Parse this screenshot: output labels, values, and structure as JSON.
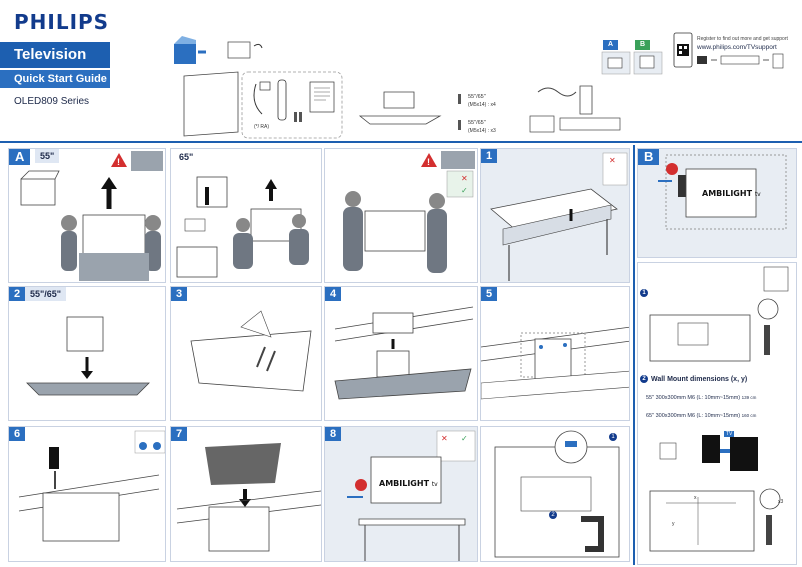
{
  "brand": "PHILIPS",
  "cover": {
    "title": "Television",
    "subtitle": "Quick Start Guide",
    "series": "OLED809 Series"
  },
  "contents": {
    "sizes_a": "55\"/65\"",
    "screw_a": "(M5x14) : x4",
    "sizes_b": "55\"/65\"",
    "screw_b": "(M5x14) : x3",
    "remote_label": "(*/ RA)"
  },
  "register": {
    "small": "Register to find out more and get support",
    "url": "www.philips.com/TVsupport"
  },
  "section_tabs": {
    "a": "A",
    "b": "B"
  },
  "panels": {
    "a55": {
      "badge": "A",
      "size": "55\""
    },
    "a65": {
      "size": "65\""
    },
    "step1": {
      "badge": "1"
    },
    "b": {
      "badge": "B",
      "ambilight": "AMBILIGHT",
      "tv": "tv"
    },
    "step2": {
      "badge": "2",
      "size": "55\"/65\""
    },
    "step3": {
      "badge": "3"
    },
    "step4": {
      "badge": "4"
    },
    "step5": {
      "badge": "5"
    },
    "step6": {
      "badge": "6"
    },
    "step7": {
      "badge": "7"
    },
    "step8": {
      "badge": "8",
      "ambilight": "AMBILIGHT",
      "tv": "tv"
    },
    "cable": {
      "n1": "1",
      "n2": "2"
    }
  },
  "wall": {
    "step1": "1",
    "step2": "2",
    "dims_title": "Wall Mount dimensions (x, y)",
    "row55": "55\"  300x300mm M6 (L: 10mm~15mm)",
    "row55_depth": "139 cm",
    "row65": "65\"  300x300mm M6 (L: 10mm~15mm)",
    "row65_depth": "160 cm",
    "tv_label": "TV",
    "x_label": "x",
    "y_label": "y",
    "x3_label": "x3"
  },
  "colors": {
    "brand_blue": "#1d5fb0",
    "navy": "#123b8c",
    "warn_red": "#d32f2f",
    "ok_green": "#3aa15a"
  }
}
